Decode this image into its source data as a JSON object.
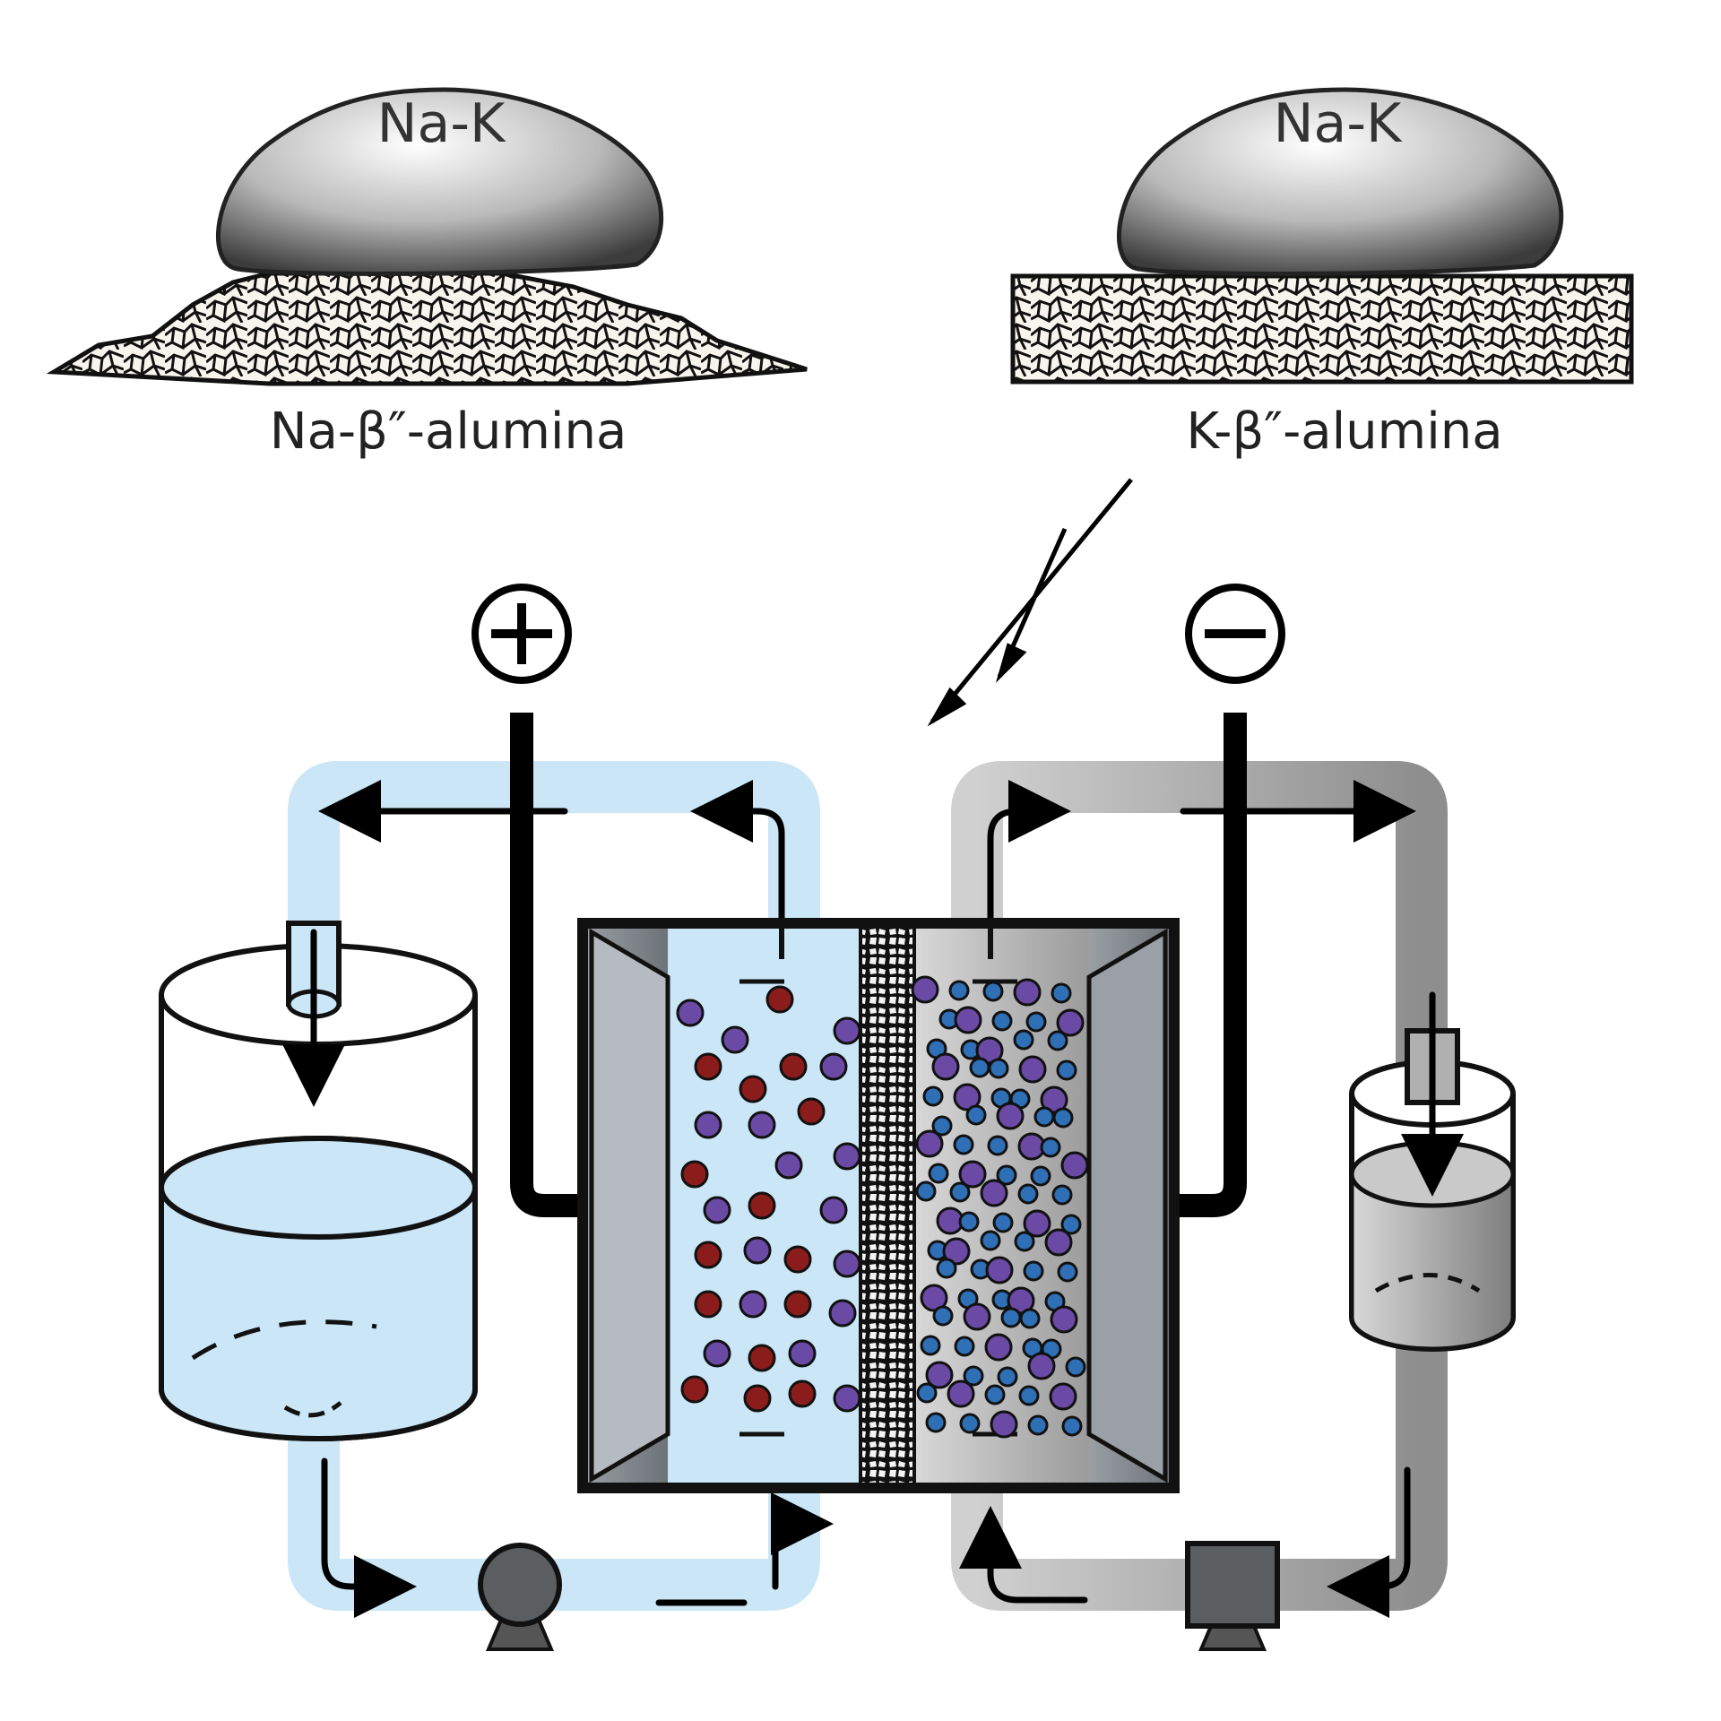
{
  "droplets": {
    "left_label": "Na-K",
    "right_label": "Na-K"
  },
  "substrates": {
    "left_label": "Na-β″-alumina",
    "right_label": "K-β″-alumina"
  },
  "terminals": {
    "positive_symbol": "+",
    "negative_symbol": "−"
  },
  "colors": {
    "catholyte": "#cbe6f6",
    "anolyte": "#a9a9a9",
    "ion_red": "#8b1c1c",
    "ion_purple": "#6a4aa5",
    "ion_blue": "#2e6fb5"
  }
}
